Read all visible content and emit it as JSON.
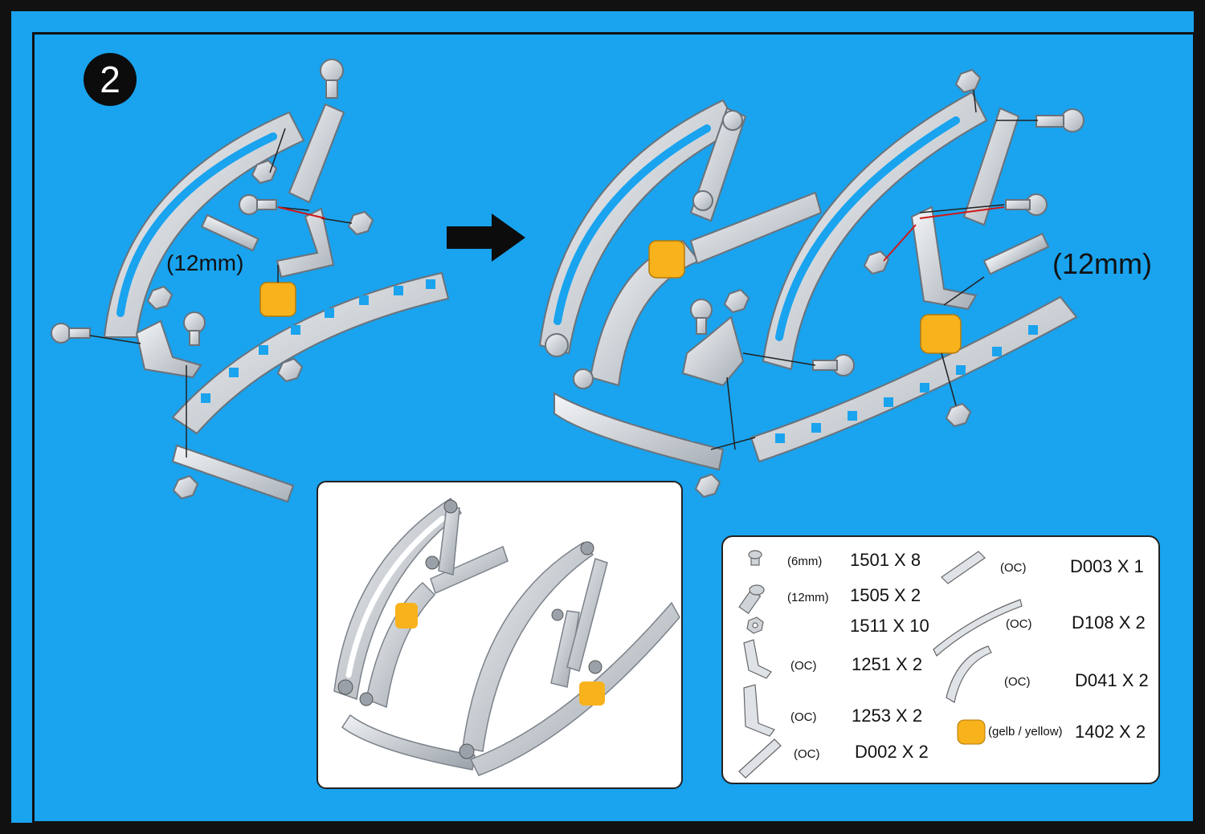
{
  "step_number": "2",
  "length_label": "(12mm)",
  "parts": [
    {
      "spec": "(6mm)",
      "code": "1501 X 8",
      "icon": "short-screw-icon"
    },
    {
      "spec": "(12mm)",
      "code": "1505 X 2",
      "icon": "long-screw-icon"
    },
    {
      "spec": "",
      "code": "1511 X 10",
      "icon": "nut-icon"
    },
    {
      "spec": "(OC)",
      "code": "1251 X 2",
      "icon": "angle-bracket-icon"
    },
    {
      "spec": "(OC)",
      "code": "1253 X 2",
      "icon": "tall-angle-bracket-icon"
    },
    {
      "spec": "(OC)",
      "code": "D002 X 2",
      "icon": "short-strip-icon"
    },
    {
      "spec": "(OC)",
      "code": "D003 X 1",
      "icon": "five-hole-strip-icon"
    },
    {
      "spec": "(OC)",
      "code": "D108 X 2",
      "icon": "curved-strip-icon"
    },
    {
      "spec": "(OC)",
      "code": "D041 X 2",
      "icon": "arc-strip-icon"
    },
    {
      "spec": "(gelb / yellow)",
      "code": "1402 X 2",
      "icon": "yellow-spacer-icon"
    }
  ],
  "colors": {
    "background": "#1aa3ee",
    "frame": "#111111",
    "metal": "#d9dde2",
    "spacer": "#f7b21c"
  }
}
